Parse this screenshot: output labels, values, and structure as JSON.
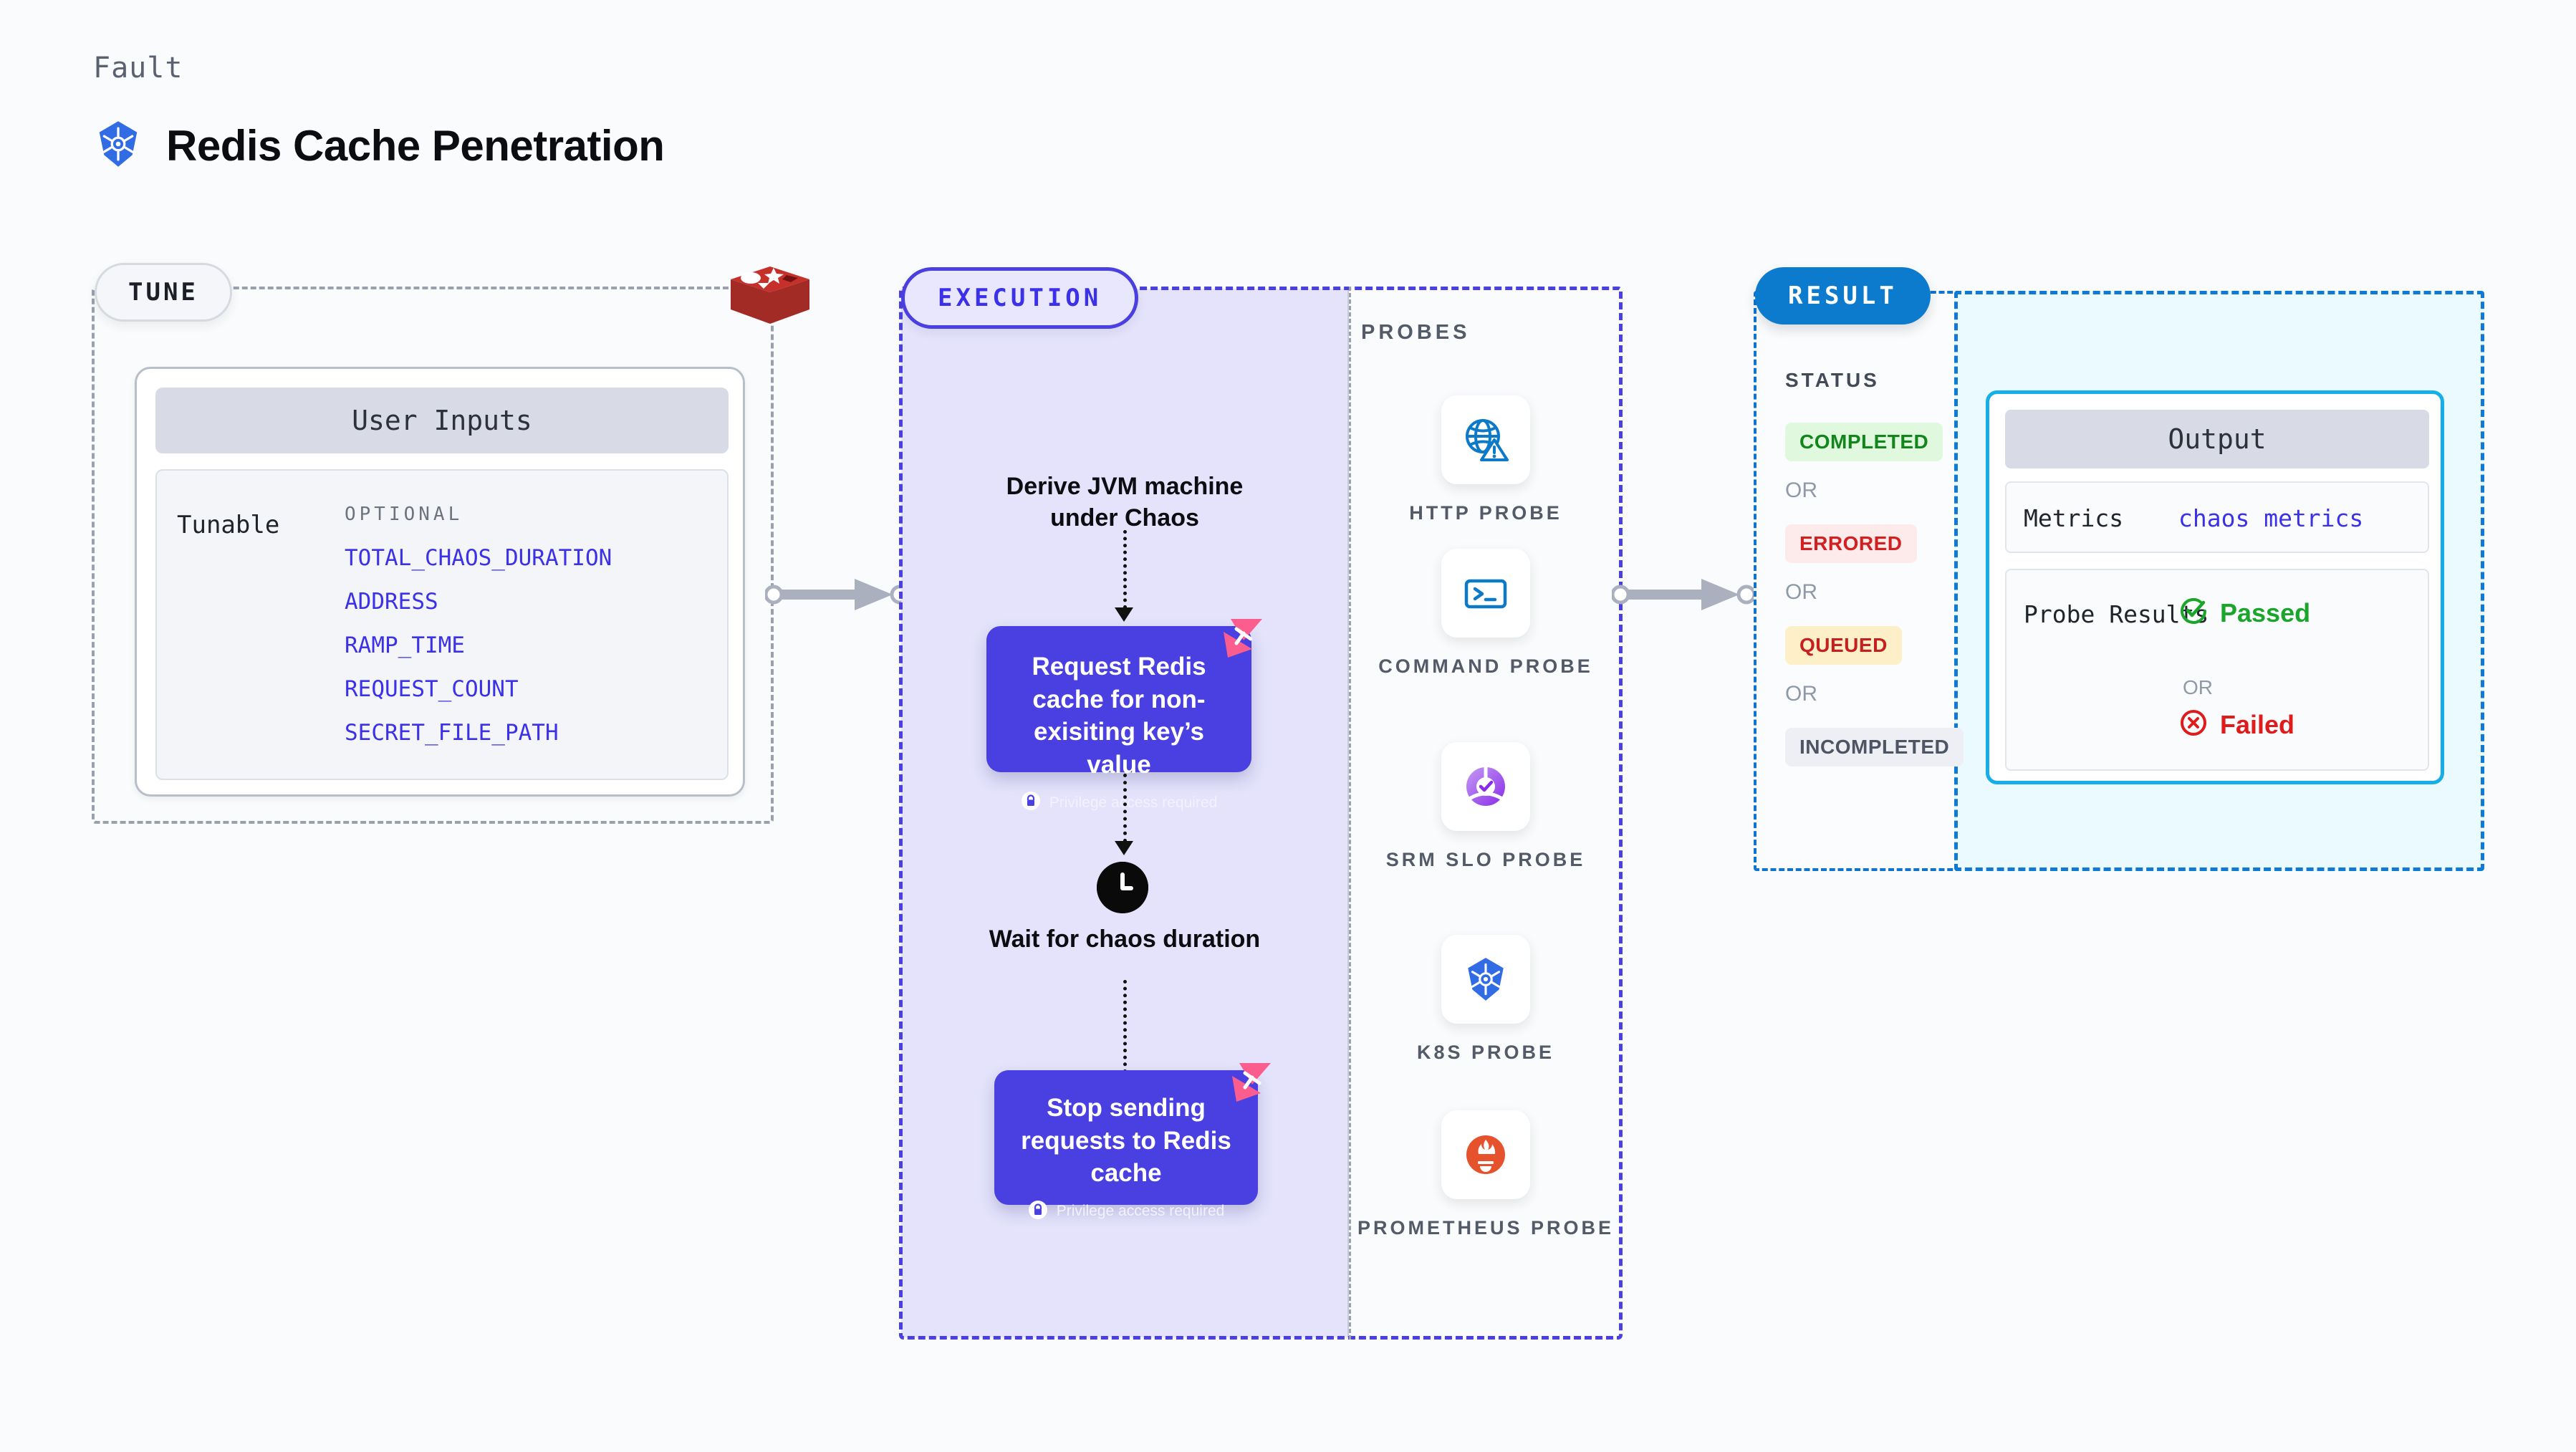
{
  "header": {
    "kicker": "Fault",
    "title": "Redis Cache Penetration",
    "icon": "kubernetes-icon"
  },
  "tune": {
    "pill_label": "TUNE",
    "card": {
      "header_label": "User Inputs",
      "tunable_label": "Tunable",
      "optional_label": "OPTIONAL",
      "optional_items": [
        "TOTAL_CHAOS_DURATION",
        "ADDRESS",
        "RAMP_TIME",
        "REQUEST_COUNT",
        "SECRET_FILE_PATH"
      ]
    },
    "logo_icon": "redis-logo-icon"
  },
  "execution": {
    "pill_label": "EXECUTION",
    "steps": [
      {
        "type": "title",
        "text": "Derive JVM machine under Chaos"
      },
      {
        "type": "card",
        "title": "Request Redis cache for non-exisiting key’s value",
        "privilege": "Privilege access required",
        "badge_icon": "litmus-badge-icon",
        "lock_icon": "lock-icon"
      },
      {
        "type": "clock",
        "icon": "clock-icon",
        "text": "Wait for chaos duration"
      },
      {
        "type": "card",
        "title": "Stop sending requests to Redis cache",
        "privilege": "Privilege access required",
        "badge_icon": "litmus-badge-icon",
        "lock_icon": "lock-icon"
      }
    ]
  },
  "probes": {
    "label": "PROBES",
    "items": [
      {
        "label": "HTTP PROBE",
        "icon": "globe-warning-icon"
      },
      {
        "label": "COMMAND PROBE",
        "icon": "terminal-icon"
      },
      {
        "label": "SRM SLO PROBE",
        "icon": "srm-slo-icon"
      },
      {
        "label": "K8S PROBE",
        "icon": "kubernetes-icon"
      },
      {
        "label": "PROMETHEUS PROBE",
        "icon": "prometheus-icon"
      }
    ]
  },
  "result": {
    "pill_label": "RESULT",
    "status_label": "STATUS",
    "or_label": "OR",
    "statuses": [
      {
        "label": "COMPLETED",
        "bg": "#e0f8dd",
        "fg": "#12851c"
      },
      {
        "label": "ERRORED",
        "bg": "#fdeaea",
        "fg": "#d21f1f"
      },
      {
        "label": "QUEUED",
        "bg": "#fdf0c9",
        "fg": "#c51f1f"
      },
      {
        "label": "INCOMPLETED",
        "bg": "#eeeff4",
        "fg": "#4d5463"
      }
    ],
    "output": {
      "header_label": "Output",
      "metrics_label": "Metrics",
      "metrics_value": "chaos metrics",
      "probe_results_label": "Probe Results",
      "or_label": "OR",
      "passed_label": "Passed",
      "failed_label": "Failed",
      "passed_icon": "check-circle-icon",
      "failed_icon": "x-circle-icon"
    }
  },
  "colors": {
    "accent_purple": "#4a3fe0",
    "accent_blue": "#0c7bce",
    "accent_cyan": "#16aee8",
    "link_blue": "#3b31e8",
    "pass_green": "#1aa62a",
    "fail_red": "#e01b1b"
  }
}
